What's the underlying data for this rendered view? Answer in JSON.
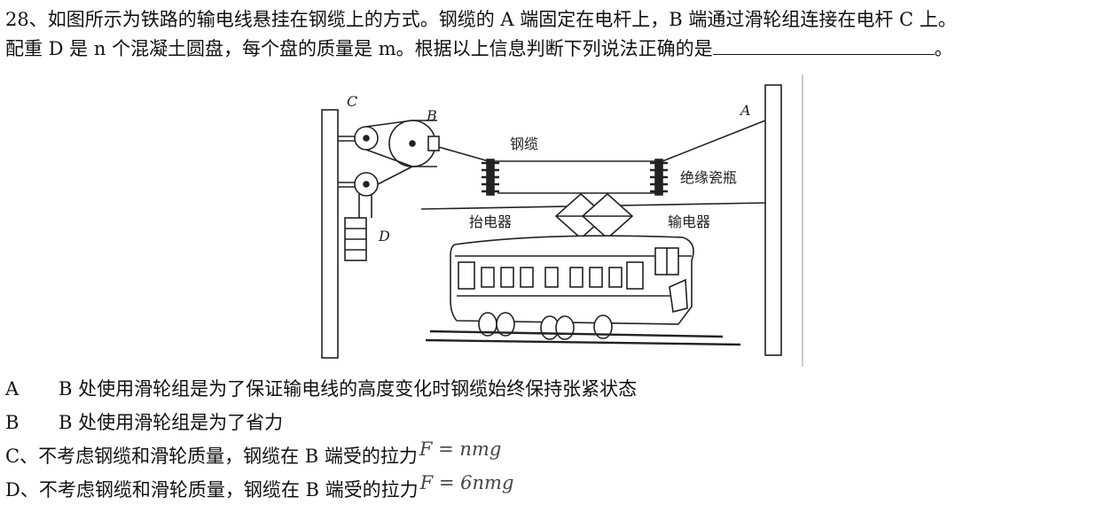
{
  "question": {
    "line1": "28、如图所示为铁路的输电线悬挂在钢缆上的方式。钢缆的 A 端固定在电杆上，B 端通过滑轮组连接在电杆 C 上。",
    "line2_prefix": "配重 D 是 n 个混凝土圆盘，每个盘的质量是 m。根据以上信息判断下列说法正确的是",
    "line2_suffix": "。"
  },
  "figure": {
    "labels": {
      "C": "C",
      "B": "B",
      "A": "A",
      "D": "D",
      "cable": "钢缆",
      "insulator": "绝缘瓷瓶",
      "pantograph": "抬电器",
      "line": "输电器"
    }
  },
  "options": [
    {
      "letter": "A",
      "text": "B 处使用滑轮组是为了保证输电线的高度变化时钢缆始终保持张紧状态",
      "formula": ""
    },
    {
      "letter": "B",
      "text": "B 处使用滑轮组是为了省力",
      "formula": ""
    },
    {
      "letter": "",
      "text": "C、不考虑钢缆和滑轮质量，钢缆在 B 端受的拉力",
      "formula": "F = nmg"
    },
    {
      "letter": "",
      "text": "D、不考虑钢缆和滑轮质量，钢缆在 B 端受的拉力",
      "formula": "F = 6nmg"
    }
  ]
}
